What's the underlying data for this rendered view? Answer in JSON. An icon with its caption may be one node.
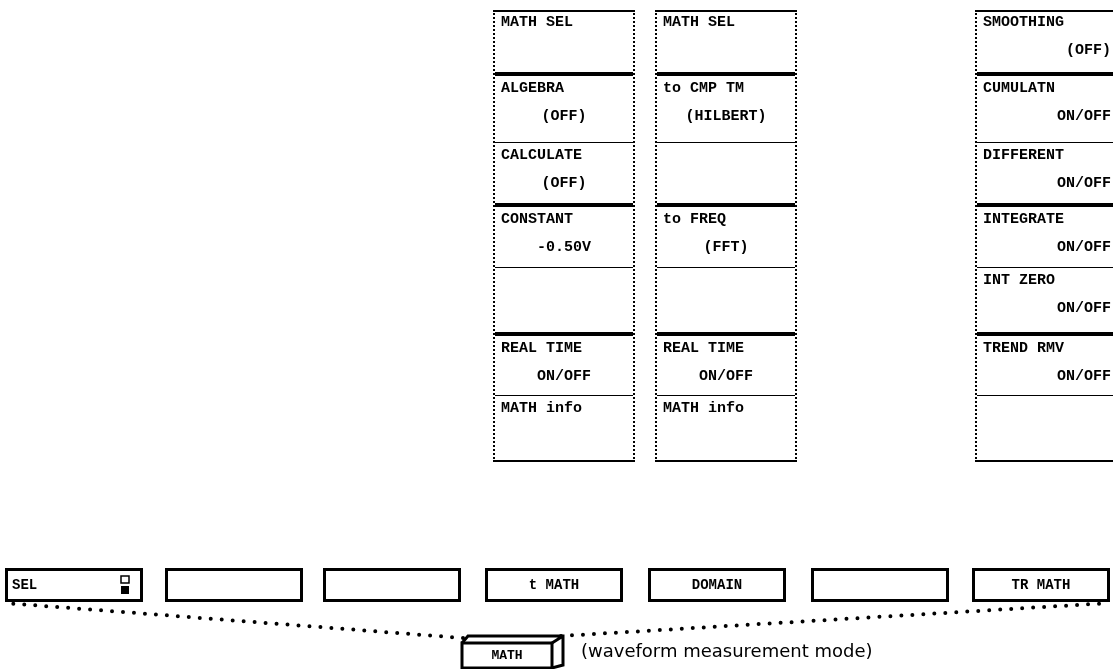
{
  "diagram": {
    "nodes": [
      {
        "text": [],
        "shape": "box"
      },
      {
        "text": [
          "MATH SEL"
        ],
        "in": 0
      },
      {
        "text": [
          "ALGEBRA",
          "(OFF)"
        ],
        "in": 0
      },
      {
        "text": [
          "CALCULATE",
          "(OFF)"
        ],
        "in": 0
      },
      {
        "text": [
          "CONSTANT",
          "-0.50V"
        ],
        "in": 0
      },
      {
        "text": [],
        "shape": "box",
        "in": 0
      },
      {
        "text": [
          "REAL TIME",
          "ON/OFF"
        ],
        "in": 0
      },
      {
        "text": [
          "MATH info"
        ],
        "in": 0
      },
      {
        "text": [],
        "shape": "box"
      },
      {
        "text": [
          "MATH SEL"
        ],
        "in": 8
      },
      {
        "text": [
          "to CMP TM",
          "(HILBERT)"
        ],
        "in": 8
      },
      {
        "text": [],
        "shape": "box",
        "in": 8
      },
      {
        "text": [
          "to FREQ",
          "(FFT)"
        ],
        "in": 8
      },
      {
        "text": [],
        "shape": "box",
        "in": 8
      },
      {
        "text": [
          "REAL TIME",
          "ON/OFF"
        ],
        "in": 8
      },
      {
        "text": [
          "MATH info"
        ],
        "in": 8
      },
      {
        "text": [],
        "shape": "box"
      },
      {
        "text": [
          "SMOOTHING",
          "(OFF)"
        ],
        "in": 16
      },
      {
        "text": [
          "CUMULATN",
          "ON/OFF"
        ],
        "in": 16
      },
      {
        "text": [
          "DIFFERENT",
          "ON/OFF"
        ],
        "in": 16
      },
      {
        "text": [
          "INTEGRATE",
          "ON/OFF"
        ],
        "in": 16
      },
      {
        "text": [
          "INT ZERO",
          "ON/OFF"
        ],
        "in": 16
      },
      {
        "text": [
          "TREND RMV",
          "ON/OFF"
        ],
        "in": 16
      },
      {
        "text": [],
        "shape": "box",
        "in": 16
      },
      {
        "text": [
          "SEL"
        ]
      },
      {
        "text": [],
        "shape": "box"
      },
      {
        "text": [],
        "shape": "box"
      },
      {
        "text": [
          "t MATH"
        ]
      },
      {
        "text": [
          "DOMAIN"
        ]
      },
      {
        "text": [],
        "shape": "box"
      },
      {
        "text": [
          "TR MATH"
        ]
      },
      {
        "text": [
          "MATH"
        ],
        "beside": [
          "(waveform measurement mode)"
        ]
      }
    ],
    "edges": [
      {
        "from": 31,
        "to": 24,
        "arrow": "none",
        "style": "dashed"
      },
      {
        "from": 31,
        "to": 30,
        "arrow": "none",
        "style": "dashed"
      }
    ]
  }
}
